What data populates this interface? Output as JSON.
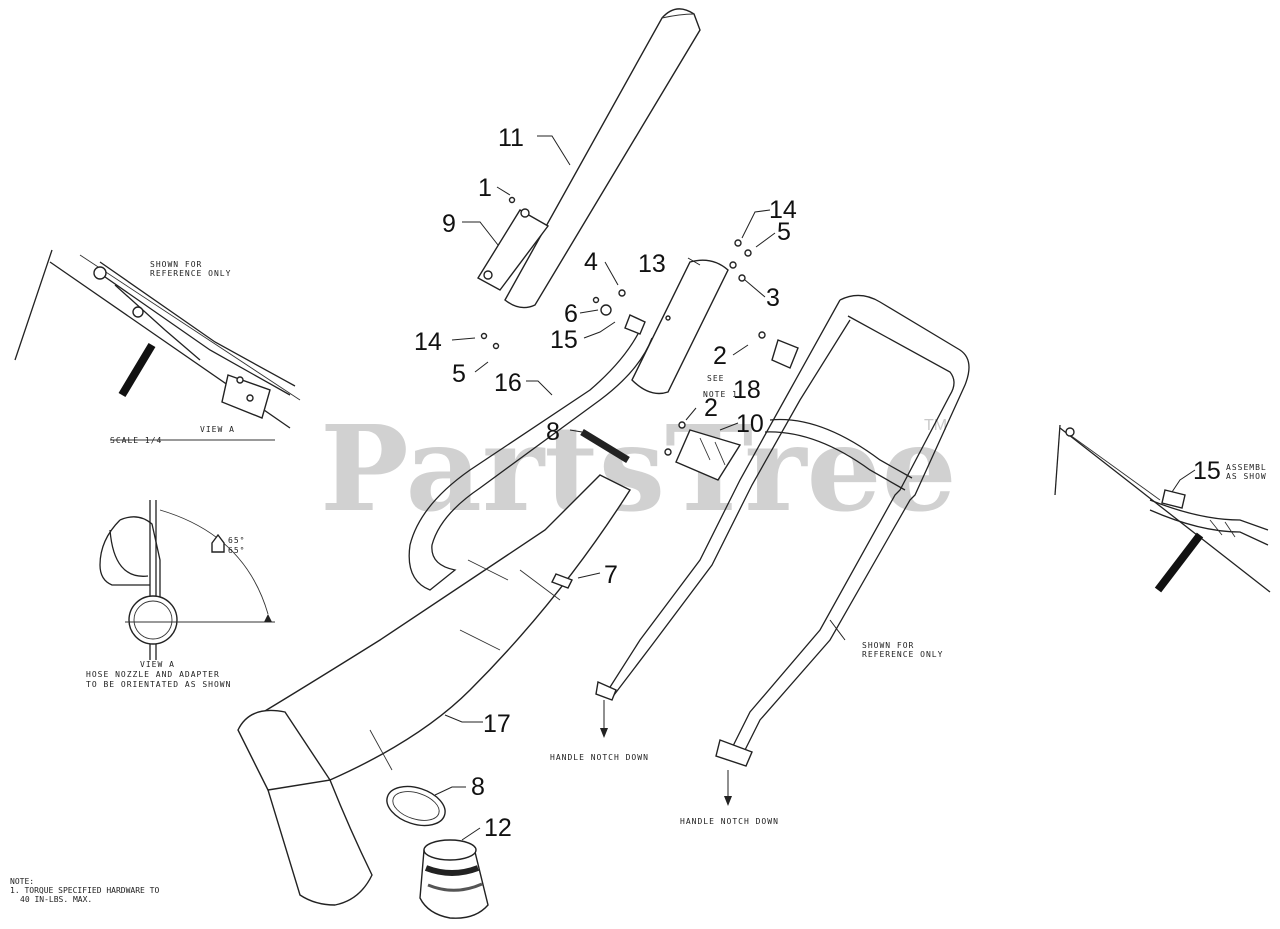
{
  "watermark": {
    "brand": "PartsTree",
    "trademark": "TM"
  },
  "callouts": {
    "c11": "11",
    "c1": "1",
    "c9": "9",
    "c14a": "14",
    "c5a": "5",
    "c4": "4",
    "c13": "13",
    "c14b": "14",
    "c5b": "5",
    "c3": "3",
    "c6": "6",
    "c15a": "15",
    "c16": "16",
    "c2a": "2",
    "c18": "18",
    "c2b": "2",
    "c10": "10",
    "c8a": "8",
    "c7": "7",
    "c17": "17",
    "c8b": "8",
    "c12": "12",
    "c15b": "15"
  },
  "labels": {
    "shown_ref_1": "SHOWN FOR",
    "shown_ref_2": "REFERENCE ONLY",
    "scale": "SCALE 1/4",
    "view_a": "VIEW A",
    "see_note_1": "SEE",
    "see_note_2": "NOTE 1",
    "angle_1": "65°",
    "angle_2": "65°",
    "view_a_caption_1": "VIEW A",
    "view_a_caption_2": "HOSE NOZZLE AND ADAPTER",
    "view_a_caption_3": "TO BE ORIENTATED AS SHOWN",
    "handle_notch_1": "HANDLE NOTCH DOWN",
    "handle_notch_2": "HANDLE NOTCH DOWN",
    "shown_ref_b1": "SHOWN FOR",
    "shown_ref_b2": "REFERENCE ONLY",
    "assembly_1": "ASSEMBL",
    "assembly_2": "AS SHOW",
    "note_title": "NOTE:",
    "note_line1": "1. TORQUE SPECIFIED HARDWARE TO",
    "note_line2": "40 IN-LBS. MAX."
  }
}
